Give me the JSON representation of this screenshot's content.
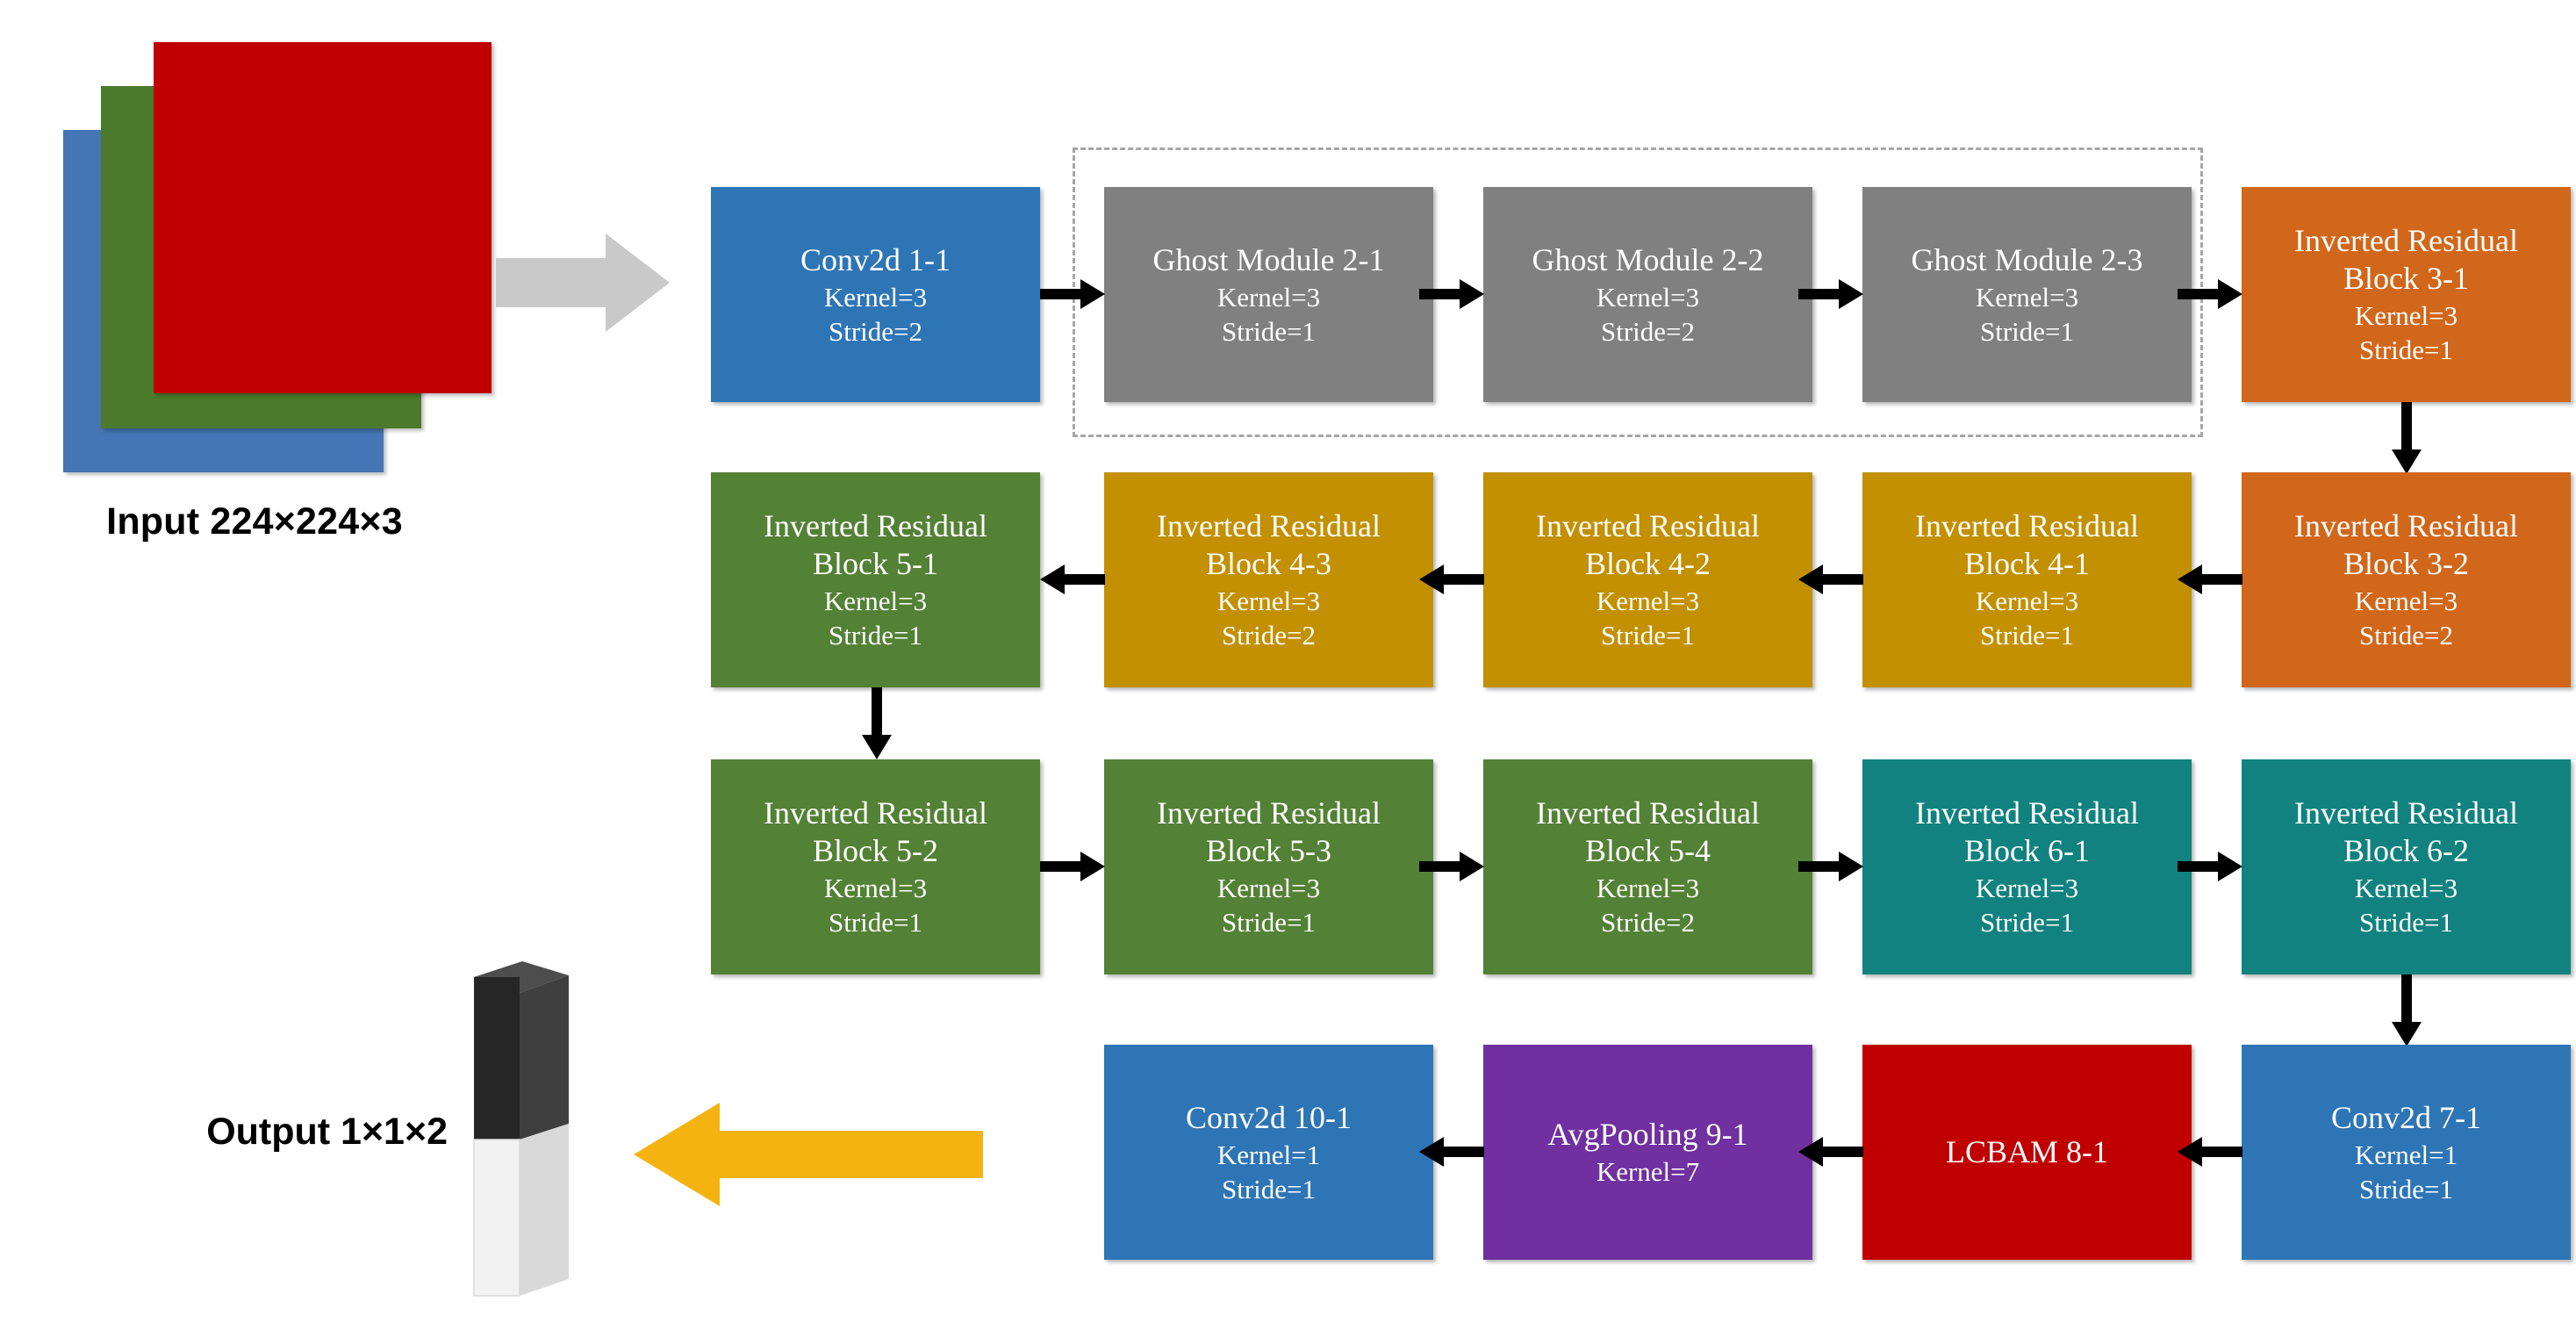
{
  "diagram": {
    "title": "Lightweight CNN architecture pipeline",
    "input": {
      "label": "Input 224×224×3",
      "stack_colors": [
        "#4575b4",
        "#4b7a2b",
        "#c00000"
      ]
    },
    "output": {
      "label": "Output 1×1×2",
      "bar_top_color": "#262626",
      "bar_bottom_color": "#f2f2f2"
    },
    "entry_arrow": {
      "name": "input-arrow",
      "color": "#c9c9c9",
      "direction": "right"
    },
    "exit_arrow": {
      "name": "output-arrow",
      "color": "#f5b312",
      "direction": "left"
    },
    "group_box": {
      "label": "Ghost Module group",
      "border_style": "dash-dot",
      "border_color": "#a6a6a6"
    },
    "palette": {
      "conv_blue": "#2e75b6",
      "ghost_gray": "#808080",
      "irb_orange": "#d1671a",
      "irb_gold": "#c29000",
      "irb_green": "#538135",
      "irb_teal": "#11827f",
      "lcbam_red": "#c00000",
      "avgpool_purple": "#7030a0"
    },
    "rows": [
      {
        "name": "row-1",
        "flow": "left-to-right",
        "blocks": [
          {
            "id": "conv2d-1-1",
            "t1": "Conv2d 1-1",
            "t2": "",
            "p1": "Kernel=3",
            "p2": "Stride=2",
            "color": "#2e75b6"
          },
          {
            "id": "ghost-module-2-1",
            "t1": "Ghost Module 2-1",
            "t2": "",
            "p1": "Kernel=3",
            "p2": "Stride=1",
            "color": "#808080"
          },
          {
            "id": "ghost-module-2-2",
            "t1": "Ghost Module 2-2",
            "t2": "",
            "p1": "Kernel=3",
            "p2": "Stride=2",
            "color": "#808080"
          },
          {
            "id": "ghost-module-2-3",
            "t1": "Ghost Module 2-3",
            "t2": "",
            "p1": "Kernel=3",
            "p2": "Stride=1",
            "color": "#808080"
          },
          {
            "id": "irb-3-1",
            "t1": "Inverted Residual",
            "t2": "Block 3-1",
            "p1": "Kernel=3",
            "p2": "Stride=1",
            "color": "#d1671a"
          }
        ]
      },
      {
        "name": "row-2",
        "flow": "right-to-left",
        "blocks": [
          {
            "id": "irb-5-1",
            "t1": "Inverted Residual",
            "t2": "Block 5-1",
            "p1": "Kernel=3",
            "p2": "Stride=1",
            "color": "#538135"
          },
          {
            "id": "irb-4-3",
            "t1": "Inverted Residual",
            "t2": "Block 4-3",
            "p1": "Kernel=3",
            "p2": "Stride=2",
            "color": "#c29000"
          },
          {
            "id": "irb-4-2",
            "t1": "Inverted Residual",
            "t2": "Block 4-2",
            "p1": "Kernel=3",
            "p2": "Stride=1",
            "color": "#c29000"
          },
          {
            "id": "irb-4-1",
            "t1": "Inverted Residual",
            "t2": "Block 4-1",
            "p1": "Kernel=3",
            "p2": "Stride=1",
            "color": "#c29000"
          },
          {
            "id": "irb-3-2",
            "t1": "Inverted Residual",
            "t2": "Block 3-2",
            "p1": "Kernel=3",
            "p2": "Stride=2",
            "color": "#d1671a"
          }
        ]
      },
      {
        "name": "row-3",
        "flow": "left-to-right",
        "blocks": [
          {
            "id": "irb-5-2",
            "t1": "Inverted Residual",
            "t2": "Block 5-2",
            "p1": "Kernel=3",
            "p2": "Stride=1",
            "color": "#538135"
          },
          {
            "id": "irb-5-3",
            "t1": "Inverted Residual",
            "t2": "Block 5-3",
            "p1": "Kernel=3",
            "p2": "Stride=1",
            "color": "#538135"
          },
          {
            "id": "irb-5-4",
            "t1": "Inverted Residual",
            "t2": "Block 5-4",
            "p1": "Kernel=3",
            "p2": "Stride=2",
            "color": "#538135"
          },
          {
            "id": "irb-6-1",
            "t1": "Inverted Residual",
            "t2": "Block 6-1",
            "p1": "Kernel=3",
            "p2": "Stride=1",
            "color": "#11827f"
          },
          {
            "id": "irb-6-2",
            "t1": "Inverted Residual",
            "t2": "Block 6-2",
            "p1": "Kernel=3",
            "p2": "Stride=1",
            "color": "#11827f"
          }
        ]
      },
      {
        "name": "row-4",
        "flow": "right-to-left",
        "blocks": [
          {
            "id": "conv2d-10-1",
            "t1": "Conv2d 10-1",
            "t2": "",
            "p1": "Kernel=1",
            "p2": "Stride=1",
            "color": "#2e75b6"
          },
          {
            "id": "avgpooling-9-1",
            "t1": "AvgPooling 9-1",
            "t2": "",
            "p1": "Kernel=7",
            "p2": "",
            "color": "#7030a0"
          },
          {
            "id": "lcbam-8-1",
            "t1": "LCBAM 8-1",
            "t2": "",
            "p1": "",
            "p2": "",
            "color": "#c00000"
          },
          {
            "id": "conv2d-7-1",
            "t1": "Conv2d 7-1",
            "t2": "",
            "p1": "Kernel=1",
            "p2": "Stride=1",
            "color": "#2e75b6"
          }
        ]
      }
    ]
  }
}
